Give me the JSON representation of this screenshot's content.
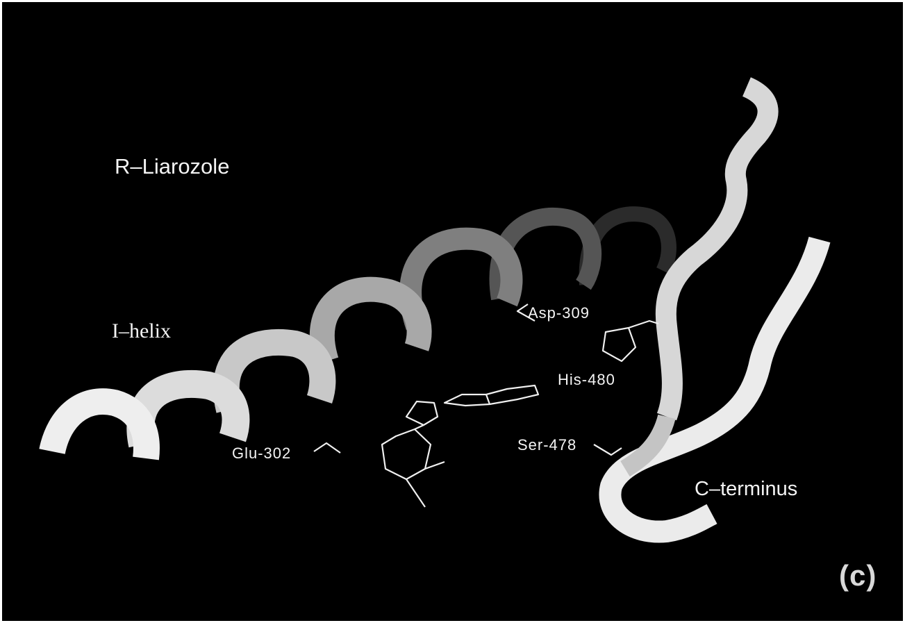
{
  "figure": {
    "background_color": "#000000",
    "ribbon_color": "#e8e8e8",
    "ligand_color": "#f0f0f0",
    "panel_label": "(c)"
  },
  "labels": {
    "ligand": "R–Liarozole",
    "helix": "I–helix",
    "residue_asp": "Asp-309",
    "residue_his": "His-480",
    "residue_ser": "Ser-478",
    "residue_glu": "Glu-302",
    "terminus": "C–terminus"
  }
}
